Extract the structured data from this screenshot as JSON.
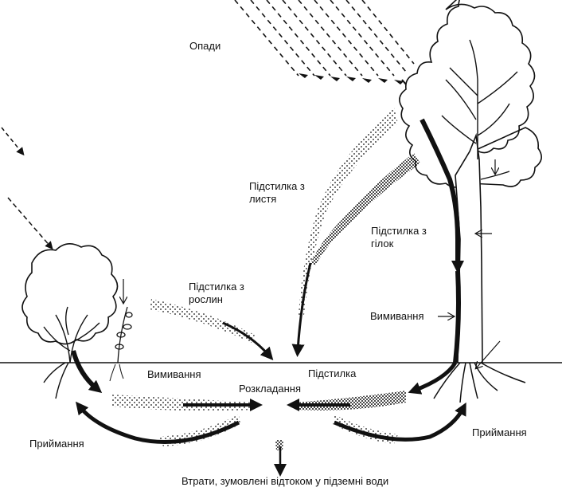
{
  "labels": {
    "precipitation": "Опади",
    "leaf_litter_line1": "Підстилка з",
    "leaf_litter_line2": "листя",
    "twig_litter_line1": "Підстилка з",
    "twig_litter_line2": "гілок",
    "plant_litter_line1": "Підстилка з",
    "plant_litter_line2": "рослин",
    "leaching_tree": "Вимивання",
    "leaching_shrub": "Вимивання",
    "litter": "Підстилка",
    "decomposition": "Розкладання",
    "uptake_left": "Приймання",
    "uptake_right": "Приймання",
    "losses": "Втрати, зумовлені відтоком у підземні води"
  }
}
